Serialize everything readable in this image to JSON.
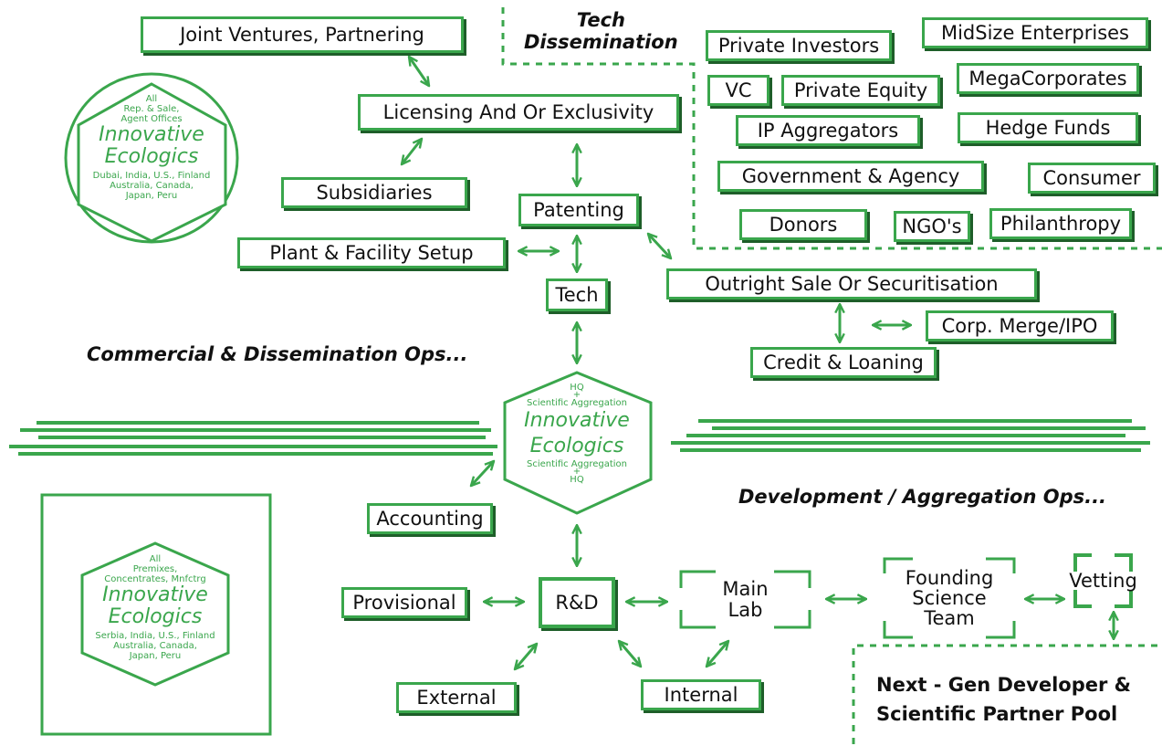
{
  "colors": {
    "accent": "#3aa64c",
    "shadow": "#1e5e29",
    "text": "#111111"
  },
  "headings": {
    "tech_dissemination_line1": "Tech",
    "tech_dissemination_line2": "Dissemination",
    "commercial_ops": "Commercial & Dissemination Ops...",
    "development_ops": "Development / Aggregation Ops..."
  },
  "commercial": {
    "joint_ventures": "Joint Ventures, Partnering",
    "licensing": "Licensing And Or Exclusivity",
    "subsidiaries": "Subsidiaries",
    "patenting": "Patenting",
    "plant_facility": "Plant & Facility Setup",
    "tech": "Tech",
    "outright_sale": "Outright Sale Or Securitisation",
    "corp_merge": "Corp. Merge/IPO",
    "credit_loaning": "Credit & Loaning"
  },
  "dissemination_targets": {
    "private_investors": "Private Investors",
    "midsize": "MidSize Enterprises",
    "vc": "VC",
    "private_equity": "Private Equity",
    "megacorporates": "MegaCorporates",
    "ip_aggregators": "IP Aggregators",
    "hedge_funds": "Hedge Funds",
    "government": "Government & Agency",
    "consumer": "Consumer",
    "donors": "Donors",
    "ngos": "NGO's",
    "philanthropy": "Philanthropy"
  },
  "offices_hex": {
    "line1": "All",
    "line2": "Rep. & Sale,",
    "line3": "Agent Offices",
    "name1": "Innovative",
    "name2": "Ecologics",
    "loc1": "Dubai, India, U.S., Finland",
    "loc2": "Australia, Canada,",
    "loc3": "Japan, Peru"
  },
  "hq_hex": {
    "top1": "HQ",
    "top2": "+",
    "top3": "Scientific Aggregation",
    "name1": "Innovative",
    "name2": "Ecologics",
    "bottom1": "Scientific Aggregation",
    "bottom2": "+",
    "bottom3": "HQ"
  },
  "premix_hex": {
    "line1": "All",
    "line2": "Premixes,",
    "line3": "Concentrates, Mnfctrg",
    "name1": "Innovative",
    "name2": "Ecologics",
    "loc1": "Serbia, India, U.S., Finland",
    "loc2": "Australia, Canada,",
    "loc3": "Japan, Peru"
  },
  "development": {
    "accounting": "Accounting",
    "provisional": "Provisional",
    "rnd": "R&D",
    "main_lab_1": "Main",
    "main_lab_2": "Lab",
    "founding_1": "Founding",
    "founding_2": "Science",
    "founding_3": "Team",
    "vetting": "Vetting",
    "external": "External",
    "internal": "Internal",
    "pool_line1": "Next - Gen Developer &",
    "pool_line2": "Scientific Partner Pool"
  }
}
